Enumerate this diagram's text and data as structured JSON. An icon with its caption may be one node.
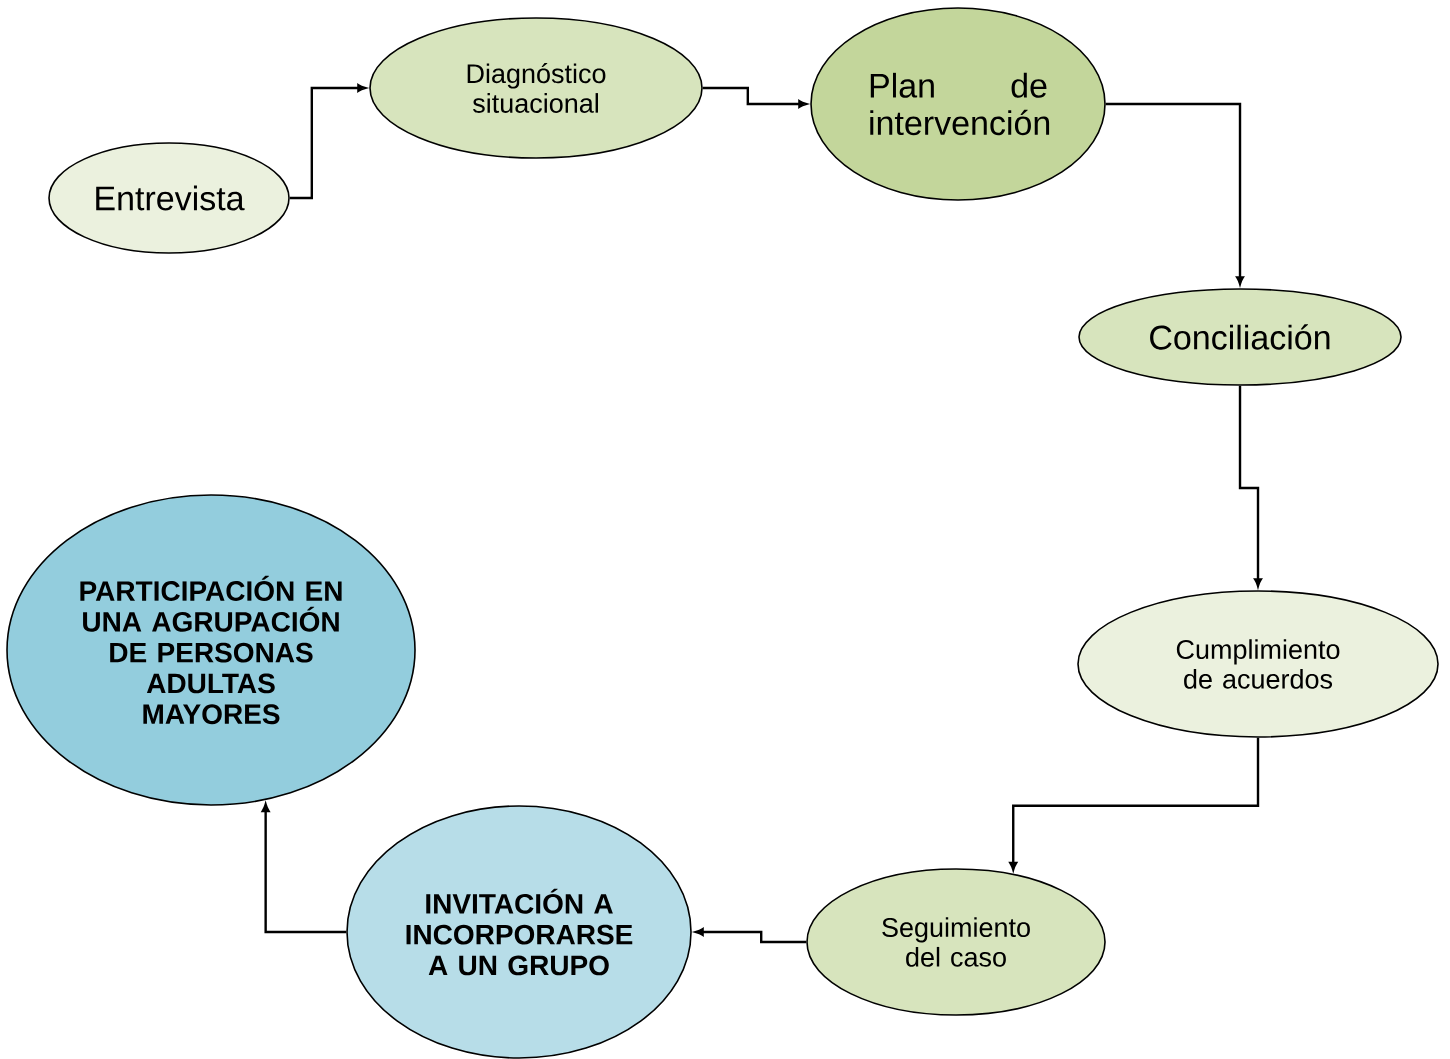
{
  "diagram": {
    "nodes": [
      {
        "text": [
          "Entrevista"
        ]
      },
      {
        "text": [
          "Diagnóstico situacional"
        ]
      },
      {
        "text": [
          "Plan de intervención"
        ]
      },
      {
        "text": [
          "Conciliación"
        ]
      },
      {
        "text": [
          "Cumplimiento de acuerdos"
        ]
      },
      {
        "text": [
          "Seguimiento del caso"
        ]
      },
      {
        "text": [
          "INVITACIÓN A INCORPORARSE A UN GRUPO"
        ]
      },
      {
        "text": [
          "PARTICIPACIÓN EN UNA AGRUPACIÓN DE PERSONAS ADULTAS MAYORES"
        ]
      }
    ],
    "edges": [
      {
        "from": 0,
        "to": 1,
        "arrow": "to"
      },
      {
        "from": 1,
        "to": 2,
        "arrow": "to"
      },
      {
        "from": 2,
        "to": 3,
        "arrow": "to"
      },
      {
        "from": 3,
        "to": 4,
        "arrow": "to"
      },
      {
        "from": 4,
        "to": 5,
        "arrow": "to"
      },
      {
        "from": 5,
        "to": 6,
        "arrow": "to"
      },
      {
        "from": 6,
        "to": 7,
        "arrow": "to"
      }
    ]
  }
}
